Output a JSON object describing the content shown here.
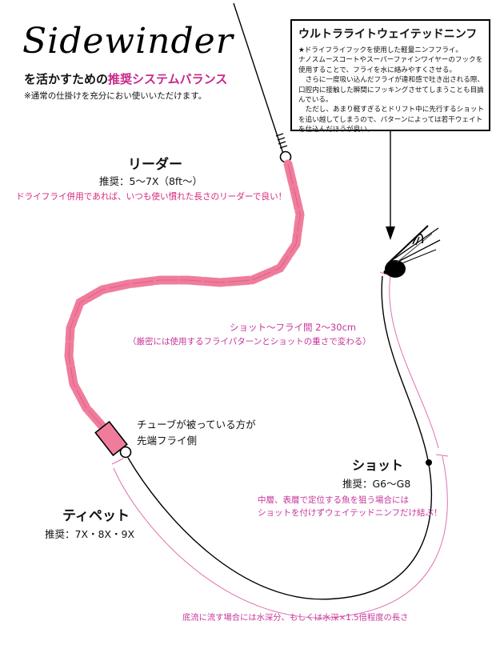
{
  "header": {
    "title": "Sidewinder",
    "subtitle_prefix": "を活かすための",
    "subtitle_highlight": "推奨システムバランス",
    "note": "※通常の仕掛けを充分におい使いいただけます。"
  },
  "info_box": {
    "title": "ウルトラライトウェイテッドニンフ",
    "lines": [
      "★ドライフライフックを使用した軽量ニンフフライ。",
      "ナノスムースコートやスーパーファインワイヤーのフックを",
      "使用することで、フライを水に絡みやすくさせる。",
      "　さらに一度吸い込んだフライが違和感で吐き出される際、",
      "口腔内に接触した瞬間にフッキングさせてしまうことも目論",
      "んでいる。",
      "　ただし、あまり軽すぎるとドリフト中に先行するショット",
      "を追い越してしまうので、パターンによっては若干ウェイト",
      "を仕込んだほうが良い。"
    ]
  },
  "leader": {
    "label": "リーダー",
    "spec": "推奨：5〜7X（8ft〜）",
    "note": "ドライフライ併用であれば、いつも使い慣れた長さのリーダーで良い！"
  },
  "shot_distance": {
    "label": "ショット〜フライ間 2〜30cm",
    "note": "（厳密には使用するフライパターンとショットの重さで変わる）"
  },
  "tube": {
    "line1": "チューブが被っている方が",
    "line2": "先端フライ側"
  },
  "tippet": {
    "label": "ティペット",
    "spec": "推奨：7X・8X・9X"
  },
  "shot": {
    "label": "ショット",
    "spec": "推奨：G6〜G8",
    "note1": "中層、表層で定位する魚を狙う場合には",
    "note2": "ショットを付けずウェイテッドニンフだけ結ぶ！"
  },
  "bottom_note": "底流に流す場合には水深分、もしくは水深×1.5倍程度の長さ",
  "colors": {
    "pink_tube": "#f07c9c",
    "pink_text": "#d6287c",
    "magenta_text": "#c7349a",
    "line": "#000000"
  }
}
